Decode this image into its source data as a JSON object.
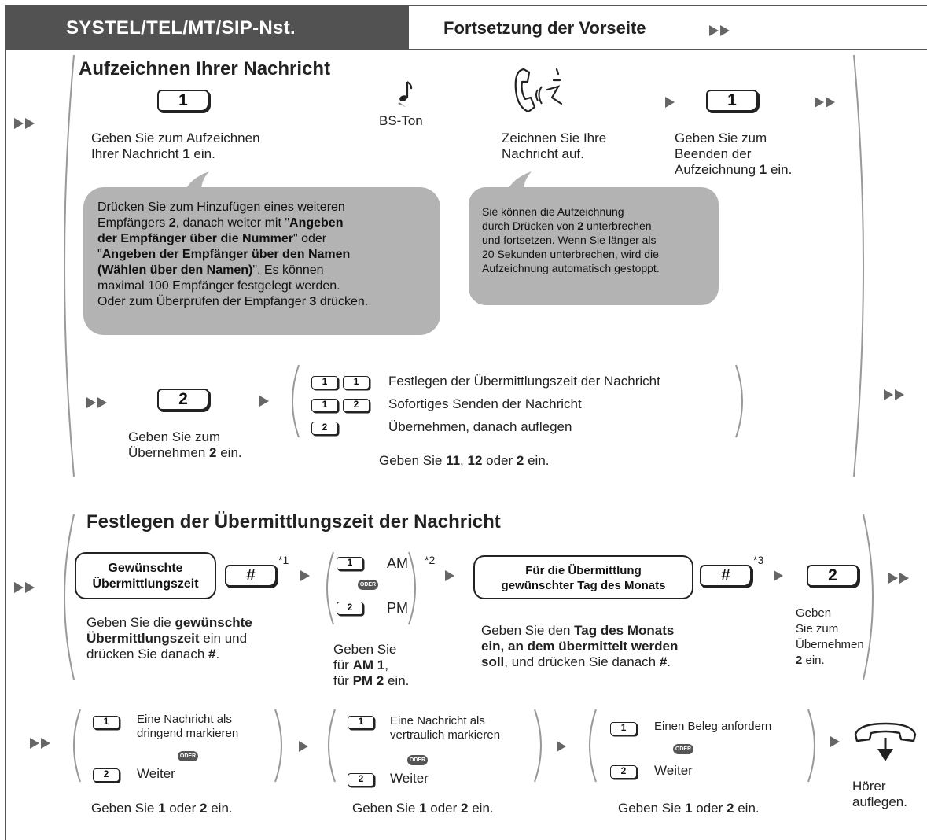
{
  "header": {
    "section_title": "SYSTEL/TEL/MT/SIP-Nst.",
    "continuation": "Fortsetzung der Vorseite"
  },
  "record": {
    "title": "Aufzeichnen Ihrer Nachricht",
    "key1": "1",
    "step1": [
      "Geben Sie zum Aufzeichnen",
      "Ihrer Nachricht ",
      "1",
      " ein."
    ],
    "tone_label": "BS-Ton",
    "step_record": [
      "Zeichnen Sie Ihre",
      "Nachricht auf."
    ],
    "key_end": "1",
    "step_end": [
      "Geben Sie zum",
      "Beenden der",
      "Aufzeichnung ",
      "1",
      " ein."
    ],
    "bubble_left": {
      "line1": "Drücken Sie zum Hinzufügen eines weiteren",
      "line2a": "Empfängers ",
      "line2b": "2",
      "line2c": ", danach weiter mit \"",
      "line2d": "Angeben",
      "line3a": "der Empfänger über die Nummer",
      "line3b": "\" oder",
      "line4a": "\"",
      "line4b": "Angeben der Empfänger über den Namen",
      "line5a": "(Wählen über den Namen)",
      "line5b": "\". Es können",
      "line6": "maximal 100 Empfänger festgelegt werden.",
      "line7a": "Oder zum Überprüfen der Empfänger ",
      "line7b": "3",
      "line7c": " drücken."
    },
    "bubble_right": {
      "line1": "Sie können die Aufzeichnung",
      "line2a": "durch Drücken von ",
      "line2b": "2",
      "line2c": " unterbrechen",
      "line3": "und fortsetzen. Wenn Sie länger als",
      "line4": "20 Sekunden unterbrechen, wird die",
      "line5": "Aufzeichnung automatisch gestoppt."
    },
    "key2": "2",
    "step2": [
      "Geben Sie zum",
      "Übernehmen ",
      "2",
      " ein."
    ],
    "options": [
      {
        "keys": [
          "1",
          "1"
        ],
        "label": "Festlegen der Übermittlungszeit der Nachricht"
      },
      {
        "keys": [
          "1",
          "2"
        ],
        "label": "Sofortiges Senden der Nachricht"
      },
      {
        "keys": [
          "2"
        ],
        "label": "Übernehmen, danach auflegen"
      }
    ],
    "options_hint": [
      "Geben Sie ",
      "11",
      ", ",
      "12",
      " oder ",
      "2",
      " ein."
    ]
  },
  "schedule": {
    "title": "Festlegen der Übermittlungszeit der Nachricht",
    "time_box": [
      "Gewünschte",
      "Übermittlungszeit"
    ],
    "hash": "#",
    "note1": "*1",
    "time_desc": [
      "Geben Sie die ",
      "gewünschte",
      "Übermittlungszeit",
      " ein und",
      "drücken Sie danach ",
      "#",
      "."
    ],
    "am_key": "1",
    "am_label": "AM",
    "oder": "ODER",
    "pm_key": "2",
    "pm_label": "PM",
    "note2": "*2",
    "ampm_desc": [
      "Geben Sie",
      "für ",
      "AM 1",
      ",",
      "für ",
      "PM 2",
      " ein."
    ],
    "day_box": [
      "Für die Übermittlung",
      "gewünschter Tag des Monats"
    ],
    "note3": "*3",
    "day_desc": [
      "Geben Sie den ",
      "Tag des Monats",
      "ein, an dem übermittelt werden",
      "soll",
      ", und drücken Sie danach ",
      "#",
      "."
    ],
    "key2": "2",
    "confirm_desc": [
      "Geben",
      "Sie zum",
      "Übernehmen",
      "2",
      " ein."
    ]
  },
  "flags": [
    {
      "opt1": [
        "Eine Nachricht als",
        "dringend markieren"
      ],
      "opt2": "Weiter",
      "hint": [
        "Geben Sie ",
        "1",
        " oder ",
        "2",
        " ein."
      ]
    },
    {
      "opt1": [
        "Eine Nachricht als",
        "vertraulich markieren"
      ],
      "opt2": "Weiter",
      "hint": [
        "Geben Sie ",
        "1",
        " oder ",
        "2",
        " ein."
      ]
    },
    {
      "opt1": [
        "Einen Beleg anfordern"
      ],
      "opt2": "Weiter",
      "hint": [
        "Geben Sie ",
        "1",
        " oder ",
        "2",
        " ein."
      ]
    }
  ],
  "hangup": [
    "Hörer",
    "auflegen."
  ],
  "keys": {
    "k1": "1",
    "k2": "2"
  }
}
